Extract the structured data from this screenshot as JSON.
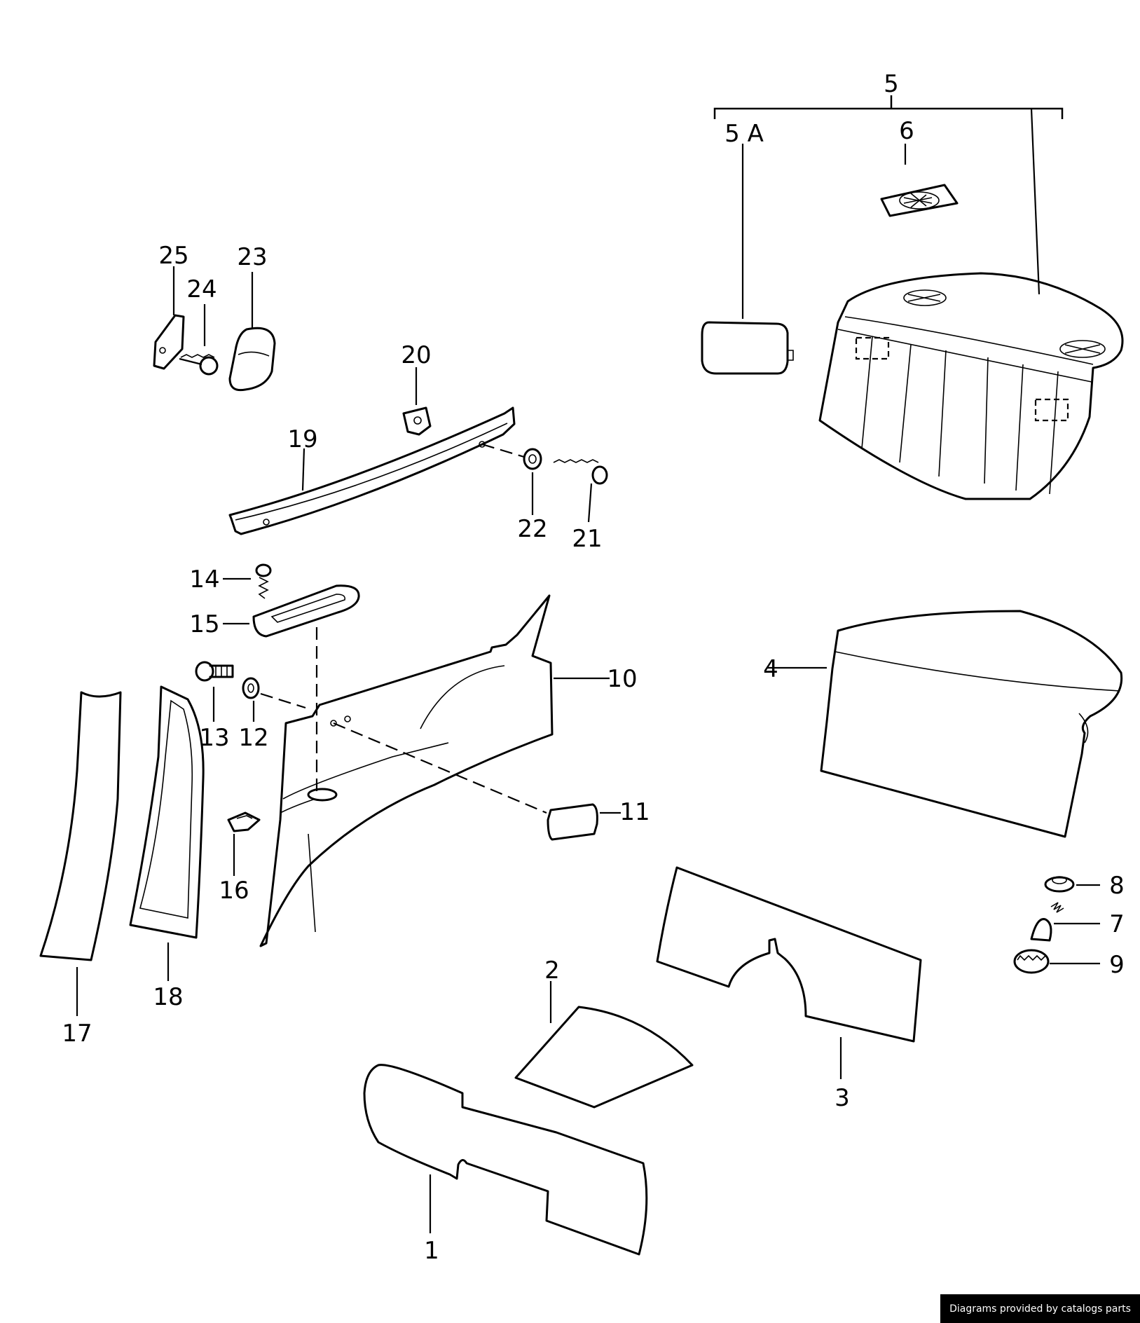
{
  "callouts": {
    "c1": "1",
    "c2": "2",
    "c3": "3",
    "c4": "4",
    "c5": "5",
    "c5a": "5 A",
    "c6": "6",
    "c7": "7",
    "c8": "8",
    "c9": "9",
    "c10": "10",
    "c11": "11",
    "c12": "12",
    "c13": "13",
    "c14": "14",
    "c15": "15",
    "c16": "16",
    "c17": "17",
    "c18": "18",
    "c19": "19",
    "c20": "20",
    "c21": "21",
    "c22": "22",
    "c23": "23",
    "c24": "24",
    "c25": "25"
  },
  "footer": {
    "text": "Diagrams provided by catalogs parts"
  }
}
